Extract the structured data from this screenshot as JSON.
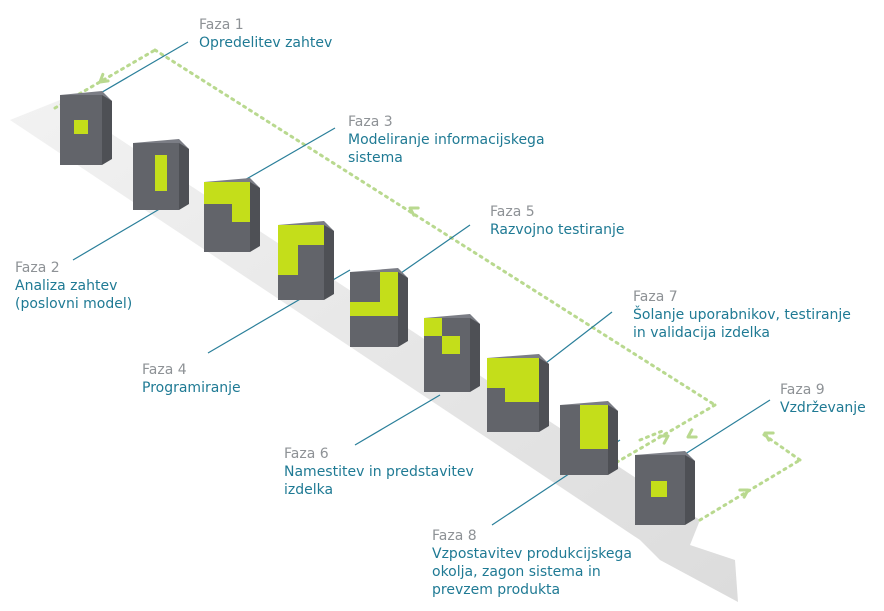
{
  "phases": [
    {
      "num": "Faza 1",
      "title": "Opredelitev zahtev"
    },
    {
      "num": "Faza 2",
      "title": "Analiza zahtev\n(poslovni model)"
    },
    {
      "num": "Faza 3",
      "title": "Modeliranje informacijskega\nsistema"
    },
    {
      "num": "Faza 4",
      "title": "Programiranje"
    },
    {
      "num": "Faza 5",
      "title": "Razvojno testiranje"
    },
    {
      "num": "Faza 6",
      "title": "Namestitev in predstavitev\nizdelka"
    },
    {
      "num": "Faza 7",
      "title": "Šolanje uporabnikov, testiranje\nin validacija izdelka"
    },
    {
      "num": "Faza 8",
      "title": "Vzpostavitev produkcijskega\nokolja, zagon sistema in\nprevzem produkta"
    },
    {
      "num": "Faza 9",
      "title": "Vzdrževanje"
    }
  ],
  "colors": {
    "accent": "#c4de1a",
    "block": "#62646a",
    "label": "#1f7a94",
    "phase_num": "#8e9296",
    "line": "#2a7f9a",
    "dotted": "#b9d98f",
    "road": "#e8e8e8"
  }
}
